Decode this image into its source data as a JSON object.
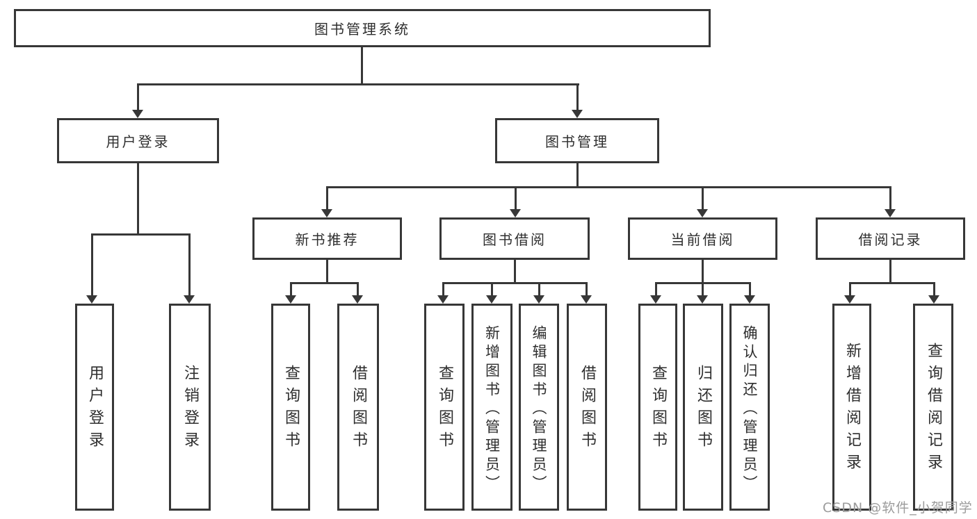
{
  "tree": {
    "root": {
      "label": "图书管理系统"
    },
    "branches": [
      {
        "label": "用户登录",
        "children": [
          {
            "label": "用户登录"
          },
          {
            "label": "注销登录"
          }
        ]
      },
      {
        "label": "图书管理",
        "children": [
          {
            "label": "新书推荐",
            "children": [
              {
                "label": "查询图书"
              },
              {
                "label": "借阅图书"
              }
            ]
          },
          {
            "label": "图书借阅",
            "children": [
              {
                "label": "查询图书"
              },
              {
                "label": "新增图书（管理员）"
              },
              {
                "label": "编辑图书（管理员）"
              },
              {
                "label": "借阅图书"
              }
            ]
          },
          {
            "label": "当前借阅",
            "children": [
              {
                "label": "查询图书"
              },
              {
                "label": "归还图书"
              },
              {
                "label": "确认归还（管理员）"
              }
            ]
          },
          {
            "label": "借阅记录",
            "children": [
              {
                "label": "新增借阅记录"
              },
              {
                "label": "查询借阅记录"
              }
            ]
          }
        ]
      }
    ]
  },
  "watermark": {
    "text": "CSDN @软件_小贺同学"
  },
  "colors": {
    "line": "#373737",
    "text": "#2e2e2e",
    "background": "#ffffff",
    "watermark": "#9b9b9b"
  }
}
